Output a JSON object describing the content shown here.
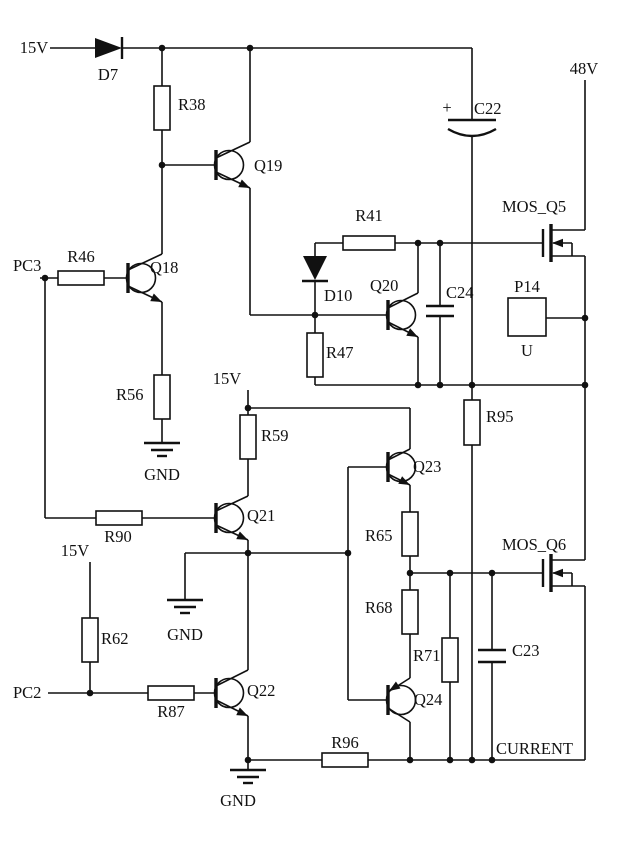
{
  "diagram": {
    "type": "circuit-schematic",
    "colors": {
      "wire": "#111111",
      "background": "#ffffff"
    },
    "labels": {
      "v15_top": "15V",
      "d7": "D7",
      "r38": "R38",
      "q19": "Q19",
      "pc3": "PC3",
      "r46": "R46",
      "q18": "Q18",
      "r56": "R56",
      "gnd_left": "GND",
      "r41": "R41",
      "d10": "D10",
      "q20": "Q20",
      "r47": "R47",
      "c24": "C24",
      "c22_plus": "+",
      "c22": "C22",
      "v48": "48V",
      "mos_q5": "MOS_Q5",
      "p14": "P14",
      "p14_u": "U",
      "r95": "R95",
      "v15_mid": "15V",
      "r59": "R59",
      "q21": "Q21",
      "r90": "R90",
      "v15_pc2": "15V",
      "r62": "R62",
      "pc2": "PC2",
      "r87": "R87",
      "q22": "Q22",
      "gnd_mid": "GND",
      "q23": "Q23",
      "r65": "R65",
      "r68": "R68",
      "r71": "R71",
      "q24": "Q24",
      "mos_q6": "MOS_Q6",
      "c23": "C23",
      "r96": "R96",
      "current": "CURRENT",
      "gnd_bottom": "GND"
    }
  }
}
